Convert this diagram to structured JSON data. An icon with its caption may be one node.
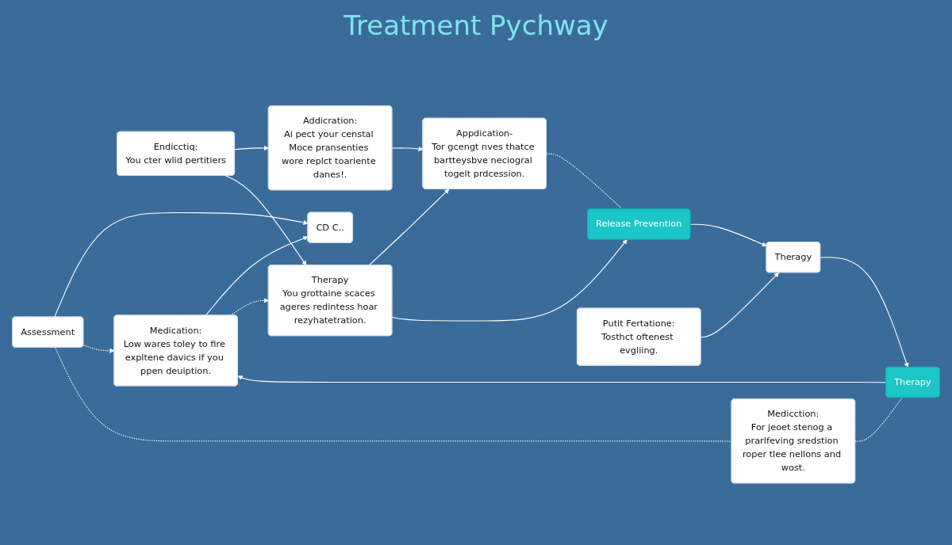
{
  "diagram": {
    "title": "Treatment Pychway",
    "nodes": [
      {
        "text": [
          "Assessment"
        ]
      },
      {
        "text": [
          "CD C.."
        ]
      },
      {
        "text": [
          "Endicctiq:",
          "You cter wlid pertitiers"
        ]
      },
      {
        "text": [
          "Addicration:",
          "Ai pect your censtal Moce pransenties wore replct toariente danes!."
        ]
      },
      {
        "text": [
          "Medication:",
          "Low wares toley to fire expltene davics if you ppen deuiption."
        ]
      },
      {
        "text": [
          "Therapy",
          "You grottaine scaces ageres redintess hoar rezyhatetration."
        ]
      },
      {
        "text": [
          "Appdication-",
          "Tor gcengt nves thatce bartteysbve neciogral togelt prdcession."
        ]
      },
      {
        "text": [
          "Medicction:",
          "For jeoet stenog a prarlfeving sredstion roper tlee nellons and wost."
        ]
      },
      {
        "text": [
          "Therapy"
        ]
      },
      {
        "text": [
          "Theragy"
        ]
      },
      {
        "text": [
          "Release Prevention"
        ]
      },
      {
        "text": [
          "Putit Fertatione:",
          "Tosthct oftenest evgliing."
        ]
      }
    ],
    "edges": [
      {
        "from": 0,
        "to": 1,
        "arrow": "to"
      },
      {
        "from": 2,
        "to": 3,
        "arrow": "to"
      },
      {
        "from": 4,
        "to": 1,
        "arrow": "to"
      },
      {
        "from": 0,
        "to": 4,
        "arrow": "to",
        "style": "dashed"
      },
      {
        "from": 0,
        "to": 7,
        "arrow": "none",
        "style": "dashed"
      },
      {
        "from": 4,
        "to": 5,
        "arrow": "to",
        "style": "dashed"
      },
      {
        "from": 5,
        "to": 6,
        "arrow": "to"
      },
      {
        "from": 2,
        "to": 5,
        "arrow": "to"
      },
      {
        "from": 3,
        "to": 6,
        "arrow": "to"
      },
      {
        "from": 6,
        "to": 10,
        "arrow": "none",
        "style": "dashed"
      },
      {
        "from": 5,
        "to": 10,
        "arrow": "to"
      },
      {
        "from": 10,
        "to": 9,
        "arrow": "to"
      },
      {
        "from": 9,
        "to": 8,
        "arrow": "to"
      },
      {
        "from": 8,
        "to": 4,
        "arrow": "to"
      },
      {
        "from": 7,
        "to": 8,
        "arrow": "none",
        "style": "dashed"
      },
      {
        "from": 11,
        "to": 9,
        "arrow": "to"
      }
    ]
  }
}
